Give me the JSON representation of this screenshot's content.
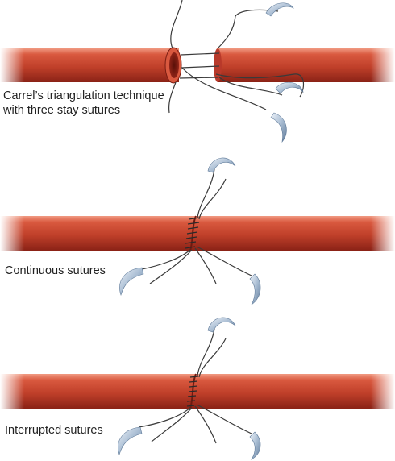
{
  "panels": [
    {
      "id": "triangulation",
      "caption_lines": [
        "Carrel’s triangulation technique",
        "with three stay sutures"
      ]
    },
    {
      "id": "continuous",
      "caption_lines": [
        "Continuous sutures"
      ]
    },
    {
      "id": "interrupted",
      "caption_lines": [
        "Interrupted sutures"
      ]
    }
  ],
  "colors": {
    "vessel_light": "#e8826a",
    "vessel_mid": "#c8452f",
    "vessel_dark": "#8f2418",
    "vessel_outline": "#7a1d12",
    "suture_thread": "#3a3a3a",
    "needle_light": "#dfe8f3",
    "needle_dark": "#5f7a99"
  },
  "icons": [
    "blood-vessel-icon",
    "curved-needle-icon",
    "suture-thread-icon"
  ]
}
